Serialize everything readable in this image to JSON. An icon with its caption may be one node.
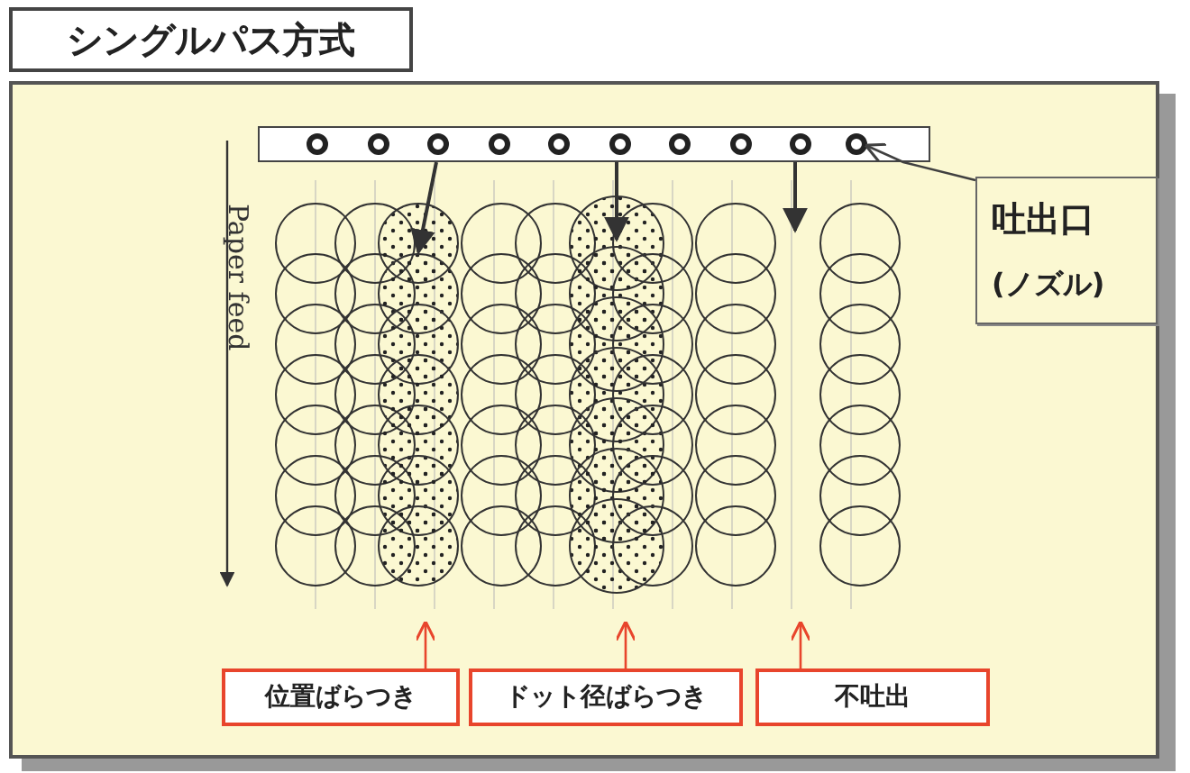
{
  "diagram": {
    "title": "シングルパス方式",
    "nodes": [
      {
        "text": [],
        "shape": "bar"
      },
      {
        "text": [],
        "shape": "circle",
        "in": 0
      },
      {
        "text": [
          "吐出口",
          "(ノズル)"
        ]
      },
      {
        "text": [
          "位置ばらつき"
        ]
      },
      {
        "text": [
          "ドット径ばらつき"
        ]
      },
      {
        "text": [
          "不吐出"
        ]
      }
    ],
    "edges": [
      {
        "from": 2,
        "to": 1,
        "arrow": "to",
        "color": "#404040"
      },
      {
        "from": 3,
        "to": null,
        "arrow": "to",
        "color": "#e8452c"
      },
      {
        "from": 4,
        "to": null,
        "arrow": "to",
        "color": "#e8452c"
      },
      {
        "from": 5,
        "to": null,
        "arrow": "to",
        "color": "#e8452c"
      }
    ],
    "labels": [
      "Paper feed"
    ]
  }
}
